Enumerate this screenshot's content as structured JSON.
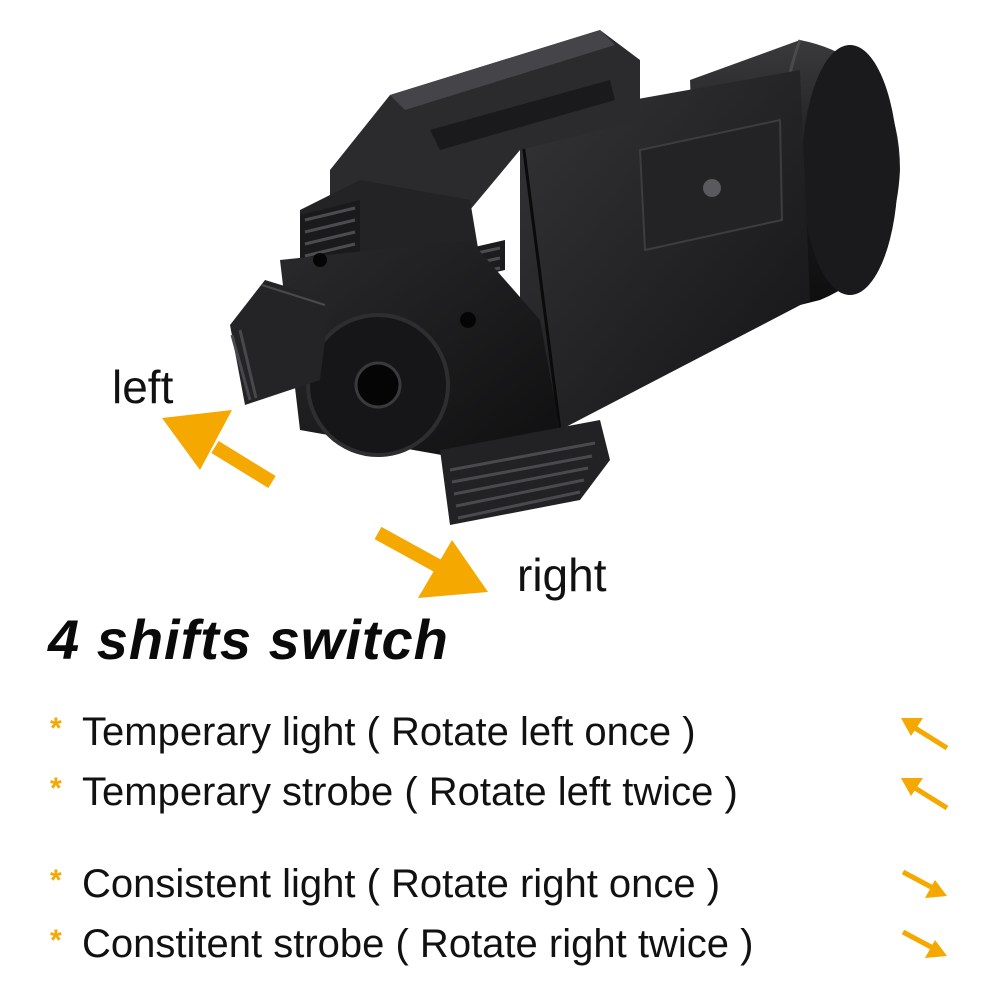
{
  "labels": {
    "left": "left",
    "right": "right"
  },
  "heading": "4 shifts switch",
  "modes": [
    {
      "bullet": "*",
      "text": "Temperary light ( Rotate left once )",
      "direction": "left"
    },
    {
      "bullet": "*",
      "text": "Temperary strobe ( Rotate left twice )",
      "direction": "left"
    },
    {
      "bullet": "*",
      "text": "Consistent light ( Rotate right once )",
      "direction": "right"
    },
    {
      "bullet": "*",
      "text": "Constitent strobe ( Rotate right twice )",
      "direction": "right"
    }
  ],
  "colors": {
    "accent": "#f5a800",
    "text": "#111111",
    "device": "#1f1f21"
  },
  "icons": {
    "left": "arrow-up-left-icon",
    "right": "arrow-down-right-icon"
  }
}
